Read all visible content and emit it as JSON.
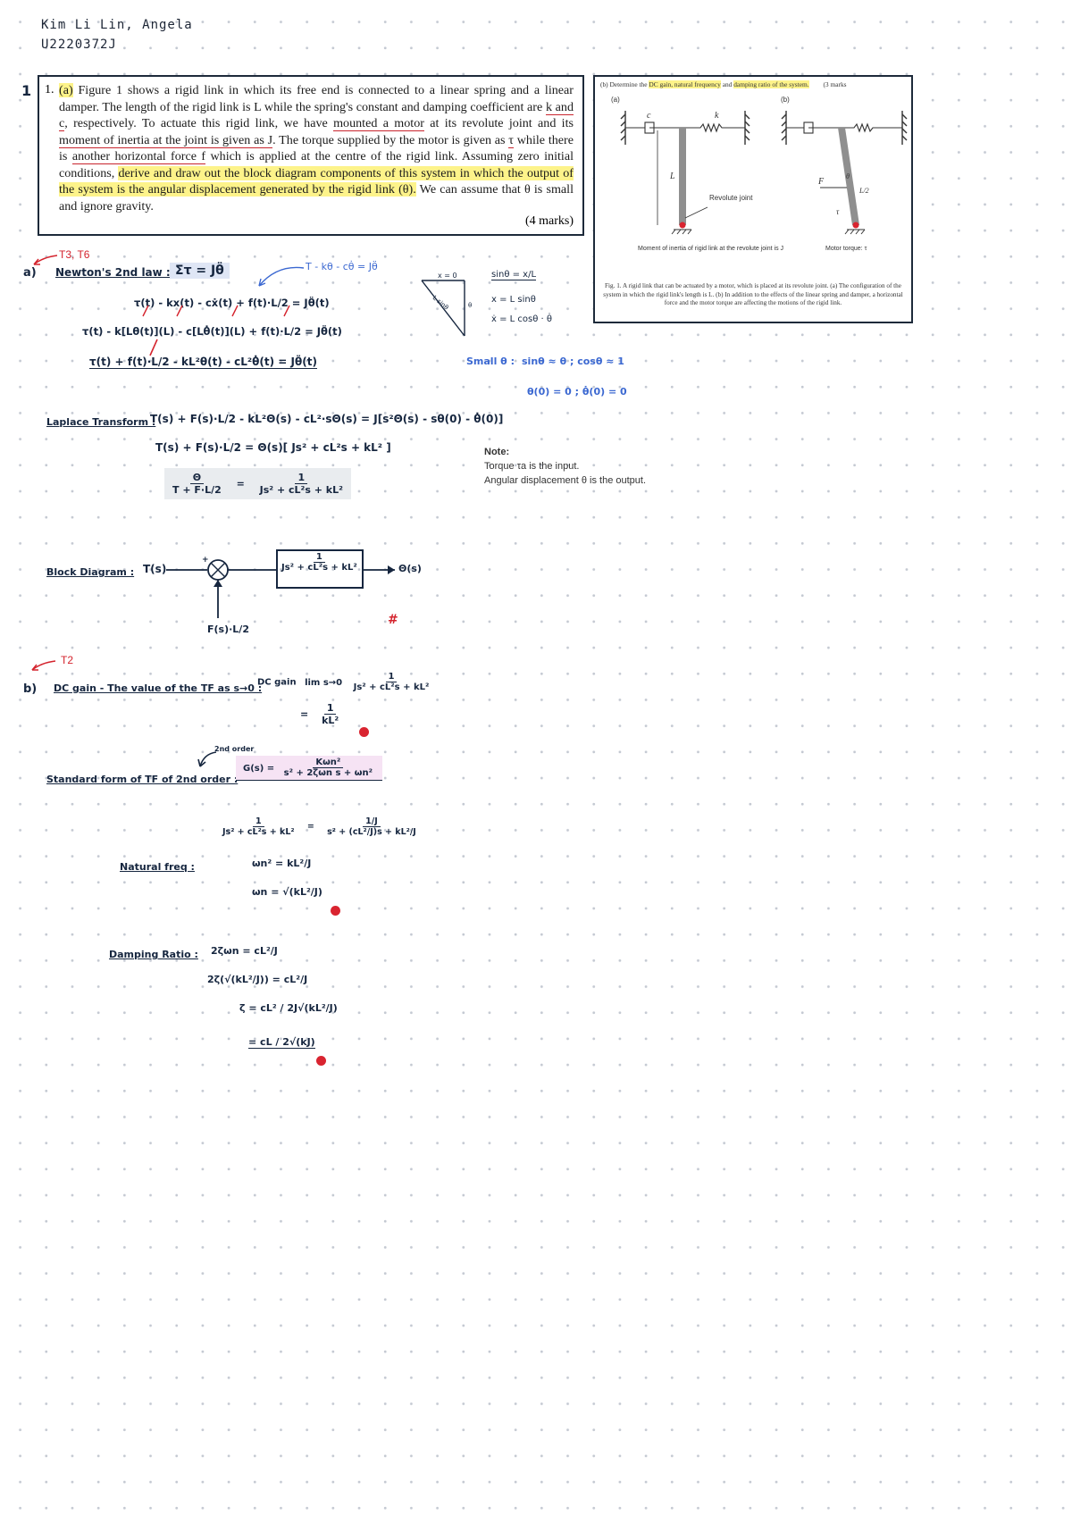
{
  "header": {
    "name": "Kim Li Lin, Angela",
    "student_id": "U2220372J"
  },
  "question": {
    "number": "1.",
    "part": "(a)",
    "text_1": "Figure 1 shows a rigid link in which its free end is connected to a linear spring and a linear damper. The length of the rigid link is L while the spring's constant and damping coefficient are ",
    "text_kc": "k and c",
    "text_2": ", respectively. To actuate this rigid link, we have ",
    "text_motor": "mounted a motor",
    "text_3": " at its revolute joint and its ",
    "text_moi": "moment of inertia at the joint is given as J",
    "text_4": ". The torque supplied by the motor is given as ",
    "text_tau": "τ",
    "text_5": " while there is ",
    "text_force": "another horizontal force f",
    "text_6": " which is applied at the centre of the rigid link. Assuming zero initial conditions, ",
    "text_hl": "derive and draw out the block diagram components of this system in which the output of the system is the angular displacement generated by the rigid link (θ).",
    "text_7": " We can assume that θ is small and ignore gravity.",
    "marks": "(4 marks)"
  },
  "figure": {
    "title_pre": "(b) Determine the ",
    "title_dc": "DC gain, natural frequency",
    "title_and": " and ",
    "title_damp": "damping ratio of the system.",
    "title_marks": "(3 marks",
    "label_a": "(a)",
    "label_b": "(b)",
    "label_c": "c",
    "label_k": "k",
    "label_L": "L",
    "label_F": "F",
    "label_theta": "θ",
    "label_L2": "L/2",
    "label_tau": "τ",
    "label_joint": "Revolute joint",
    "label_moi": "Moment of inertia of rigid link at the revolute joint is J",
    "label_torque": "Motor torque: τ",
    "caption": "Fig. 1. A rigid link that can be actuated by a motor, which is placed at its revolute joint. (a) The configuration of the system in which the rigid link's length is L. (b) In addition to the effects of the linear spring and damper, a horizontal force and the motor torque are affecting the motions of the rigid link."
  },
  "note": {
    "title": "Note:",
    "line1": "Torque τa is the input.",
    "line2": "Angular displacement θ is the output."
  },
  "solution": {
    "part_a": {
      "ref": "T3, T6",
      "label": "a)",
      "heading": "Newton's 2nd law :",
      "law": "Στ = Jθ̈",
      "aside": "T - kθ - cθ̇ = Jθ̈",
      "eq1": "τ(t) - kx(t) - cẋ(t) + f(t)·L/2 = Jθ̈(t)",
      "eq2": "τ(t) - k[Lθ(t)](L) - c[Lθ̇(t)](L) + f(t)·L/2 = Jθ̈(t)",
      "eq3": "τ(t) + f(t)·L/2 - kL²θ(t) - cL²θ̇(t) = Jθ̈(t)",
      "geo_x": "x = 0",
      "geo_sin": "sinθ = x/L",
      "geo_x1": "x = L sinθ",
      "geo_x2": "ẋ = L cosθ · θ̇",
      "small": "Small θ :",
      "small1": "sinθ ≈ θ ; cosθ ≈ 1",
      "small2": "θ(0) = 0 ; θ̇(0) = 0",
      "laplace_heading": "Laplace Transform :",
      "lap1": "T(s) + F(s)·L/2 - kL²Θ(s) - cL²·sΘ(s) = J[s²Θ(s) - sθ(0) - θ̇(0)]",
      "lap2": "T(s) + F(s)·L/2 = Θ(s)[ Js² + cL²s + kL² ]",
      "tf_num": "Θ",
      "tf_den": "T + F·L/2",
      "tf_eq": "=",
      "tf_rnum": "1",
      "tf_rden": "Js² + cL²s + kL²",
      "bd_heading": "Block Diagram :",
      "bd_in": "T(s)",
      "bd_sum": "+",
      "bd_block_num": "1",
      "bd_block_den": "Js² + cL²s + kL²",
      "bd_out": "Θ(s)",
      "bd_f": "F(s)·L/2",
      "hash": "#"
    },
    "part_b": {
      "ref": "T2",
      "label": "b)",
      "dc_heading": "DC gain - The value of the TF as s→0 :",
      "dc_lhs": "DC gain",
      "dc_mid": "lim s→0",
      "dc_rnum": "1",
      "dc_rden": "Js² + cL²s + kL²",
      "dc_eq": "=",
      "dc_res_num": "1",
      "dc_res_den": "kL²",
      "std_note": "2nd order",
      "std_heading": "Standard form of TF of 2nd order :",
      "std_lhs": "G(s) =",
      "std_num": "Kωn²",
      "std_den": "s² + 2ζωn s + ωn²",
      "conv_ln": "1",
      "conv_ld": "Js² + cL²s + kL²",
      "conv_eq": "=",
      "conv_rn": "1/J",
      "conv_rd": "s² + (cL²/J)s + kL²/J",
      "nat_heading": "Natural freq :",
      "nat1": "ωn² = kL²/J",
      "nat2": "ωn = √(kL²/J)",
      "damp_heading": "Damping Ratio :",
      "damp1": "2ζωn = cL²/J",
      "damp2": "2ζ(√(kL²/J)) = cL²/J",
      "damp3": "ζ = cL² / 2J√(kL²/J)",
      "damp4": "= cL / 2√(kJ)"
    }
  }
}
